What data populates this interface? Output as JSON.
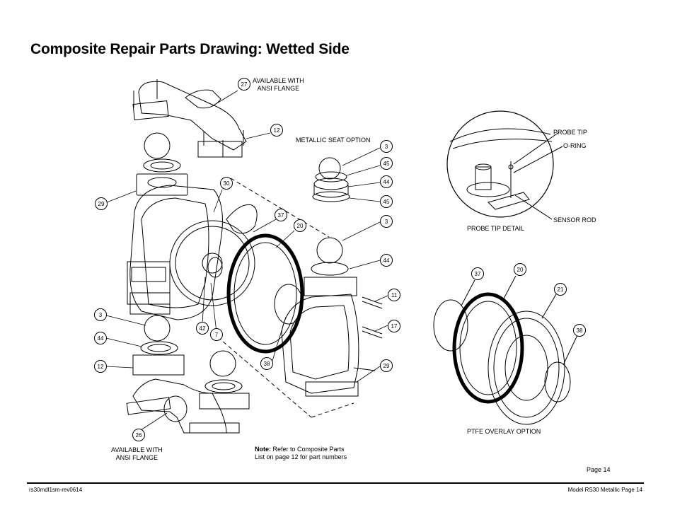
{
  "title": "Composite Repair Parts Drawing: Wetted Side",
  "labels": {
    "available_top": "AVAILABLE WITH",
    "ansi_top": "ANSI FLANGE",
    "metallic_seat": "METALLIC SEAT OPTION",
    "probe_tip": "PROBE TIP",
    "o_ring": "O-RING",
    "sensor_rod": "SENSOR ROD",
    "probe_tip_detail": "PROBE TIP DETAIL",
    "ptfe_overlay": "PTFE OVERLAY OPTION",
    "available_bottom": "AVAILABLE WITH",
    "ansi_bottom": "ANSI FLANGE"
  },
  "callouts": [
    "27",
    "12",
    "3",
    "45",
    "44",
    "45",
    "30",
    "29",
    "37",
    "20",
    "3",
    "44",
    "11",
    "17",
    "29",
    "3",
    "44",
    "12",
    "42",
    "7",
    "38",
    "26",
    "37",
    "20",
    "21",
    "38"
  ],
  "note": {
    "bold": "Note:",
    "line1": " Refer to Composite Parts",
    "line2": "List on page 12 for part numbers"
  },
  "page_label": "Page 14",
  "footer": {
    "left": "rs30mdl1sm-rev0614",
    "right": "Model RS30 Metallic Page 14"
  }
}
